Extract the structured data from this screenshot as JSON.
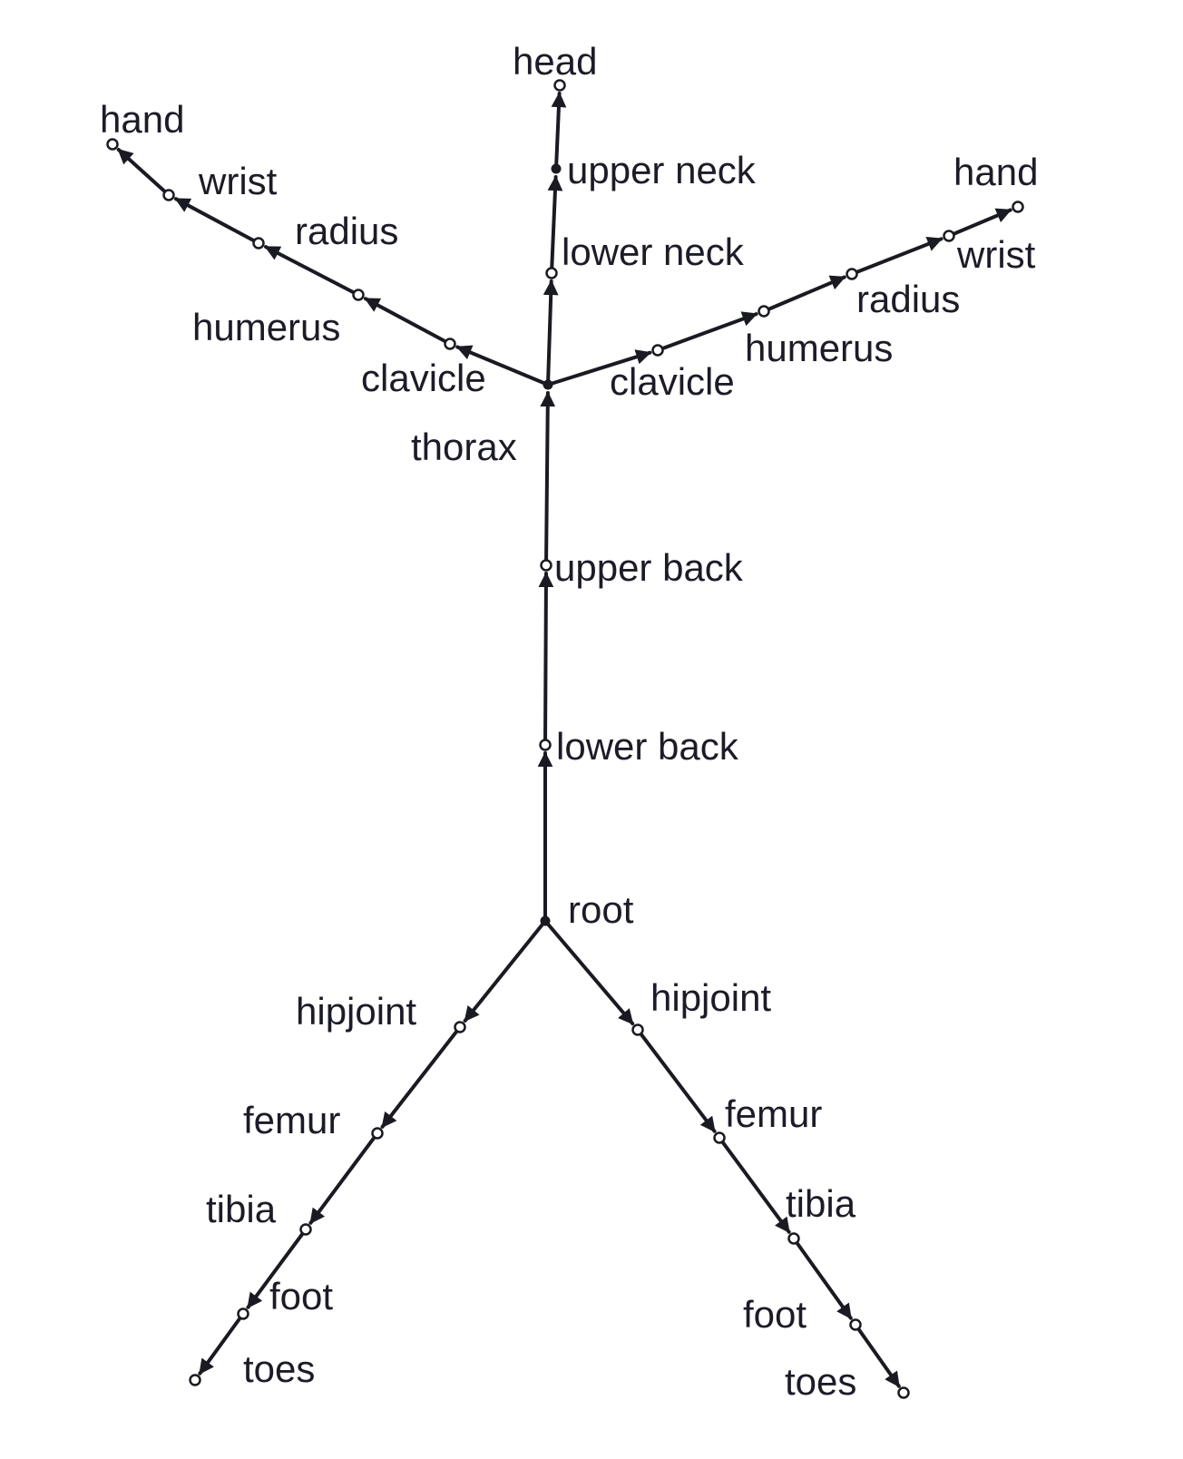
{
  "diagram": {
    "labels": {
      "head": "head",
      "upper_neck": "upper neck",
      "lower_neck": "lower neck",
      "thorax": "thorax",
      "upper_back": "upper back",
      "lower_back": "lower back",
      "root": "root",
      "left_clavicle": "clavicle",
      "left_humerus": "humerus",
      "left_radius": "radius",
      "left_wrist": "wrist",
      "left_hand": "hand",
      "right_clavicle": "clavicle",
      "right_humerus": "humerus",
      "right_radius": "radius",
      "right_wrist": "wrist",
      "right_hand": "hand",
      "left_hipjoint": "hipjoint",
      "left_femur": "femur",
      "left_tibia": "tibia",
      "left_foot": "foot",
      "left_toes": "toes",
      "right_hipjoint": "hipjoint",
      "right_femur": "femur",
      "right_tibia": "tibia",
      "right_foot": "foot",
      "right_toes": "toes"
    }
  }
}
